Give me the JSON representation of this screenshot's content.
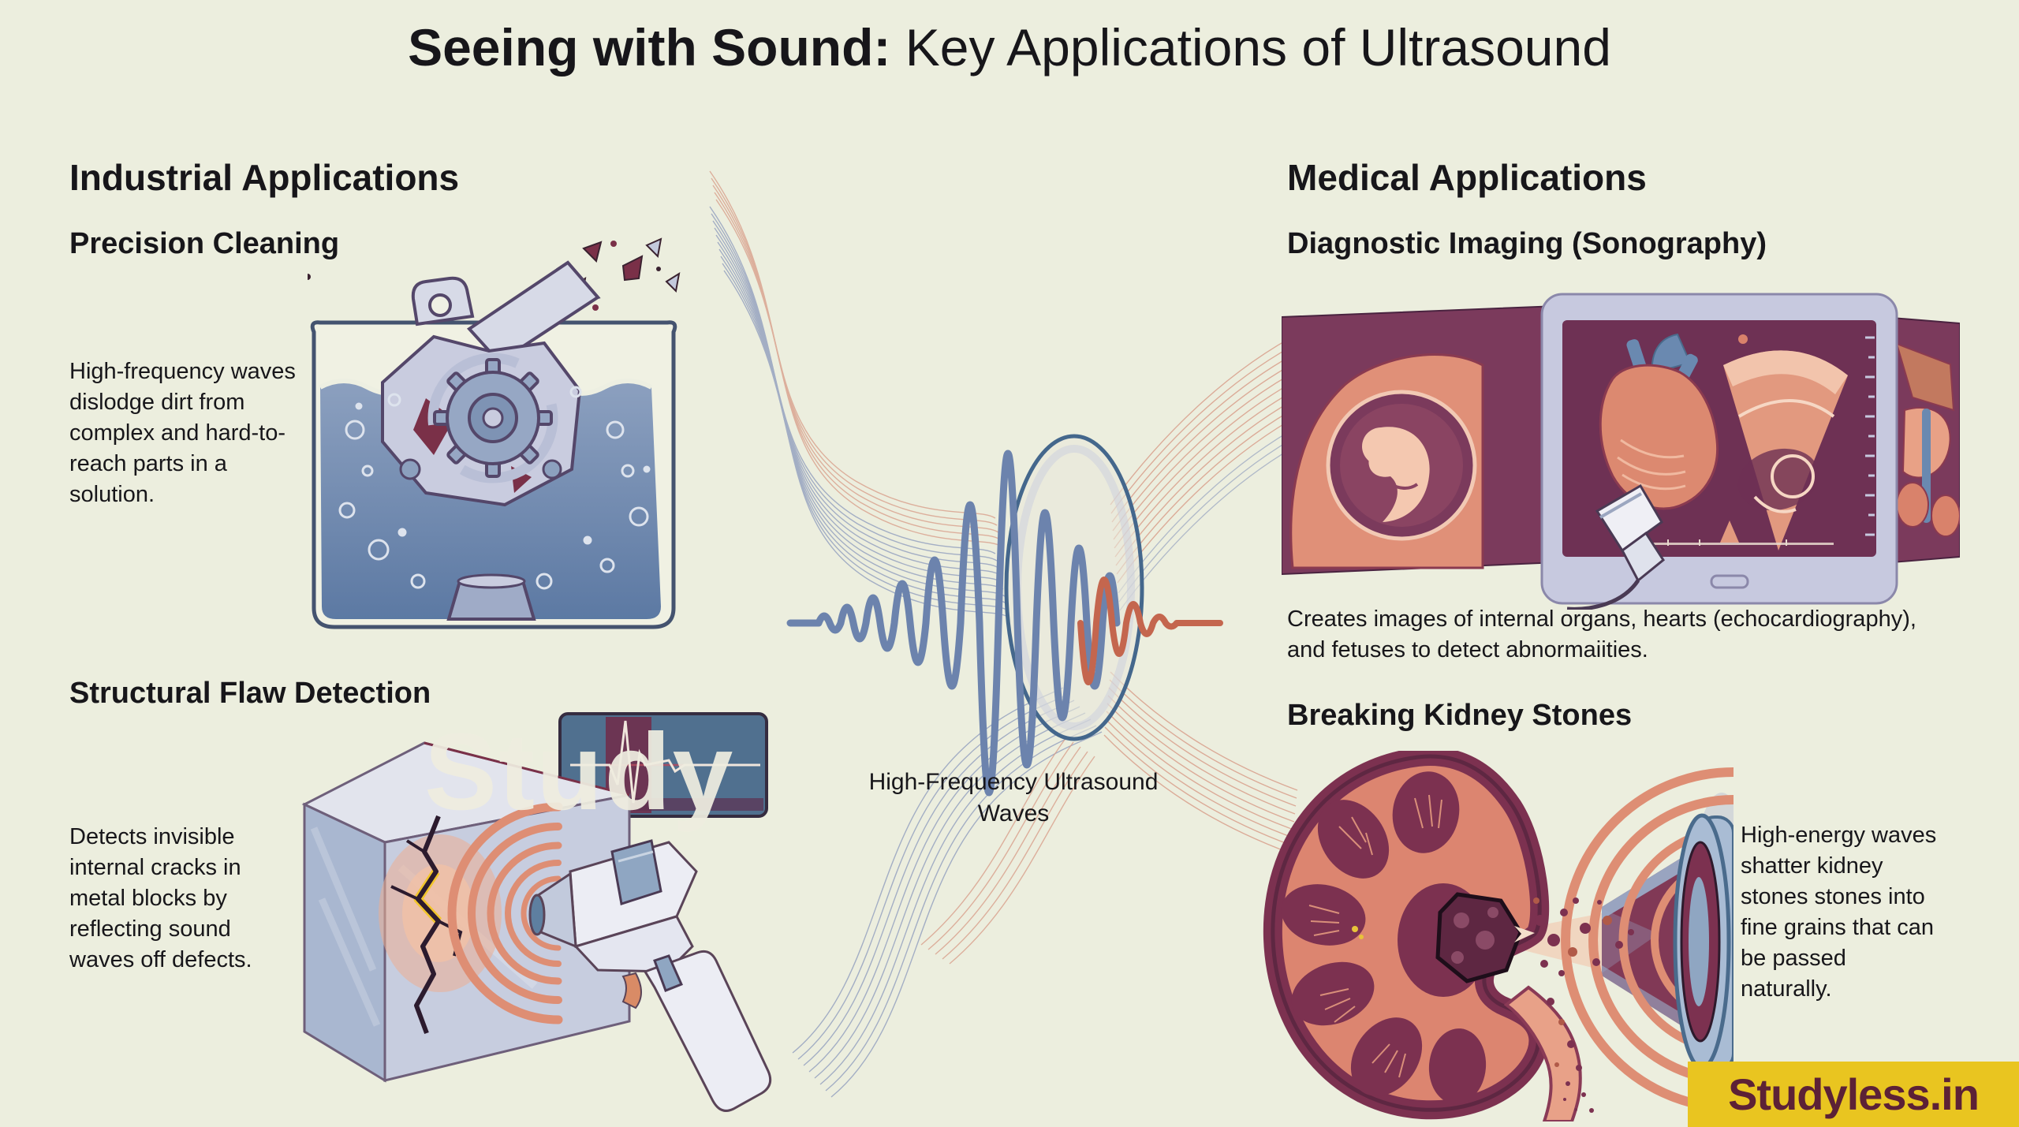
{
  "title": {
    "emphasis": "Seeing with Sound:",
    "rest": " Key Applications of Ultrasound"
  },
  "industrial": {
    "heading": "Industrial Applications",
    "precision_cleaning": {
      "heading": "Precision Cleaning",
      "description": "High-frequency waves dislodge dirt from complex and hard-to-reach parts in a solution."
    },
    "flaw_detection": {
      "heading": "Structural Flaw Detection",
      "description": "Detects invisible internal cracks in metal blocks by reflecting sound waves off defects."
    }
  },
  "medical": {
    "heading": "Medical Applications",
    "diagnostic_imaging": {
      "heading": "Diagnostic Imaging (Sonography)",
      "description": "Creates images of internal organs, hearts (echocardiography), and fetuses to detect abnormaiities."
    },
    "kidney_stones": {
      "heading": "Breaking Kidney Stones",
      "description": "High-energy waves shatter kidney stones stones into fine grains that can be passed naturally."
    }
  },
  "center_wave": {
    "label": "High-Frequency Ultrasound Waves"
  },
  "watermark": {
    "overlay": "Study",
    "brand": "Studyless.in"
  },
  "colors": {
    "background": "#ECEEDE",
    "text": "#17161A",
    "wave_blue": "#6C83AD",
    "wave_red": "#C4664E",
    "salmon": "#DE8E74",
    "plum": "#7C3150",
    "liquid_blue": "#7E96B8",
    "metal_lavender": "#C8CCDE",
    "badge_bg": "#E9C520",
    "badge_text": "#5C2136",
    "crack_yellow": "#F2C52B"
  }
}
